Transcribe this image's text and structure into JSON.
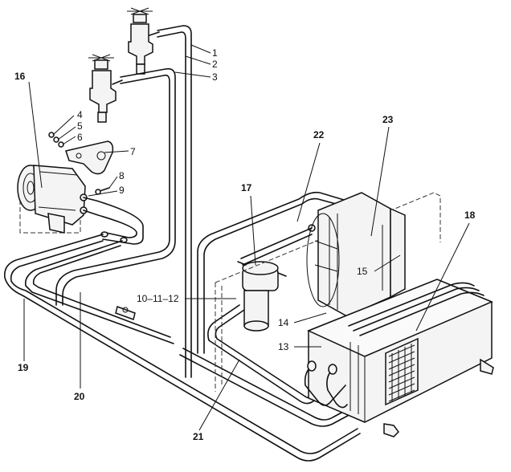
{
  "labels": {
    "l1": "1",
    "l2": "2",
    "l3": "3",
    "l4": "4",
    "l5": "5",
    "l6": "6",
    "l7": "7",
    "l8": "8",
    "l9": "9",
    "l101112": "10–11–12",
    "l13": "13",
    "l14": "14",
    "l15": "15",
    "l16": "16",
    "l17": "17",
    "l18": "18",
    "l19": "19",
    "l20": "20",
    "l21": "21",
    "l22": "22",
    "l23": "23"
  }
}
